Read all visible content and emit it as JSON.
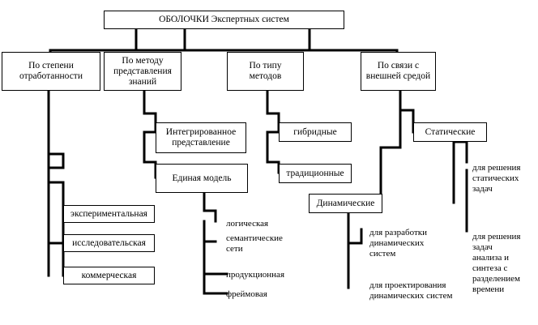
{
  "root": "ОБОЛОЧКИ Экспертных систем",
  "categories": {
    "maturity": "По степени\nотработанности",
    "representation": "По методу\nпредставления\nзнаний",
    "method_type": "По типу\nметодов",
    "external": "По связи с\nвнешней средой"
  },
  "maturity_items": [
    "экспериментальная",
    "исследовательская",
    "коммерческая"
  ],
  "representation_items": {
    "integrated": "Интегрированное\nпредставление",
    "unified": "Единая модель",
    "unified_kinds": [
      "логическая",
      "семантические\nсети",
      "продукционная",
      "фреймовая"
    ]
  },
  "method_items": [
    "гибридные",
    "традиционные"
  ],
  "external_items": {
    "static": "Статические",
    "static_notes": [
      "для решения\nстатических\nзадач",
      "для решения\nзадач\nанализа и\nсинтеза с\nразделением\nвремени"
    ],
    "dynamic": "Динамические",
    "dynamic_notes": [
      "для разработки\nдинамических\nсистем",
      "для проектирования\nдинамических систем"
    ]
  }
}
